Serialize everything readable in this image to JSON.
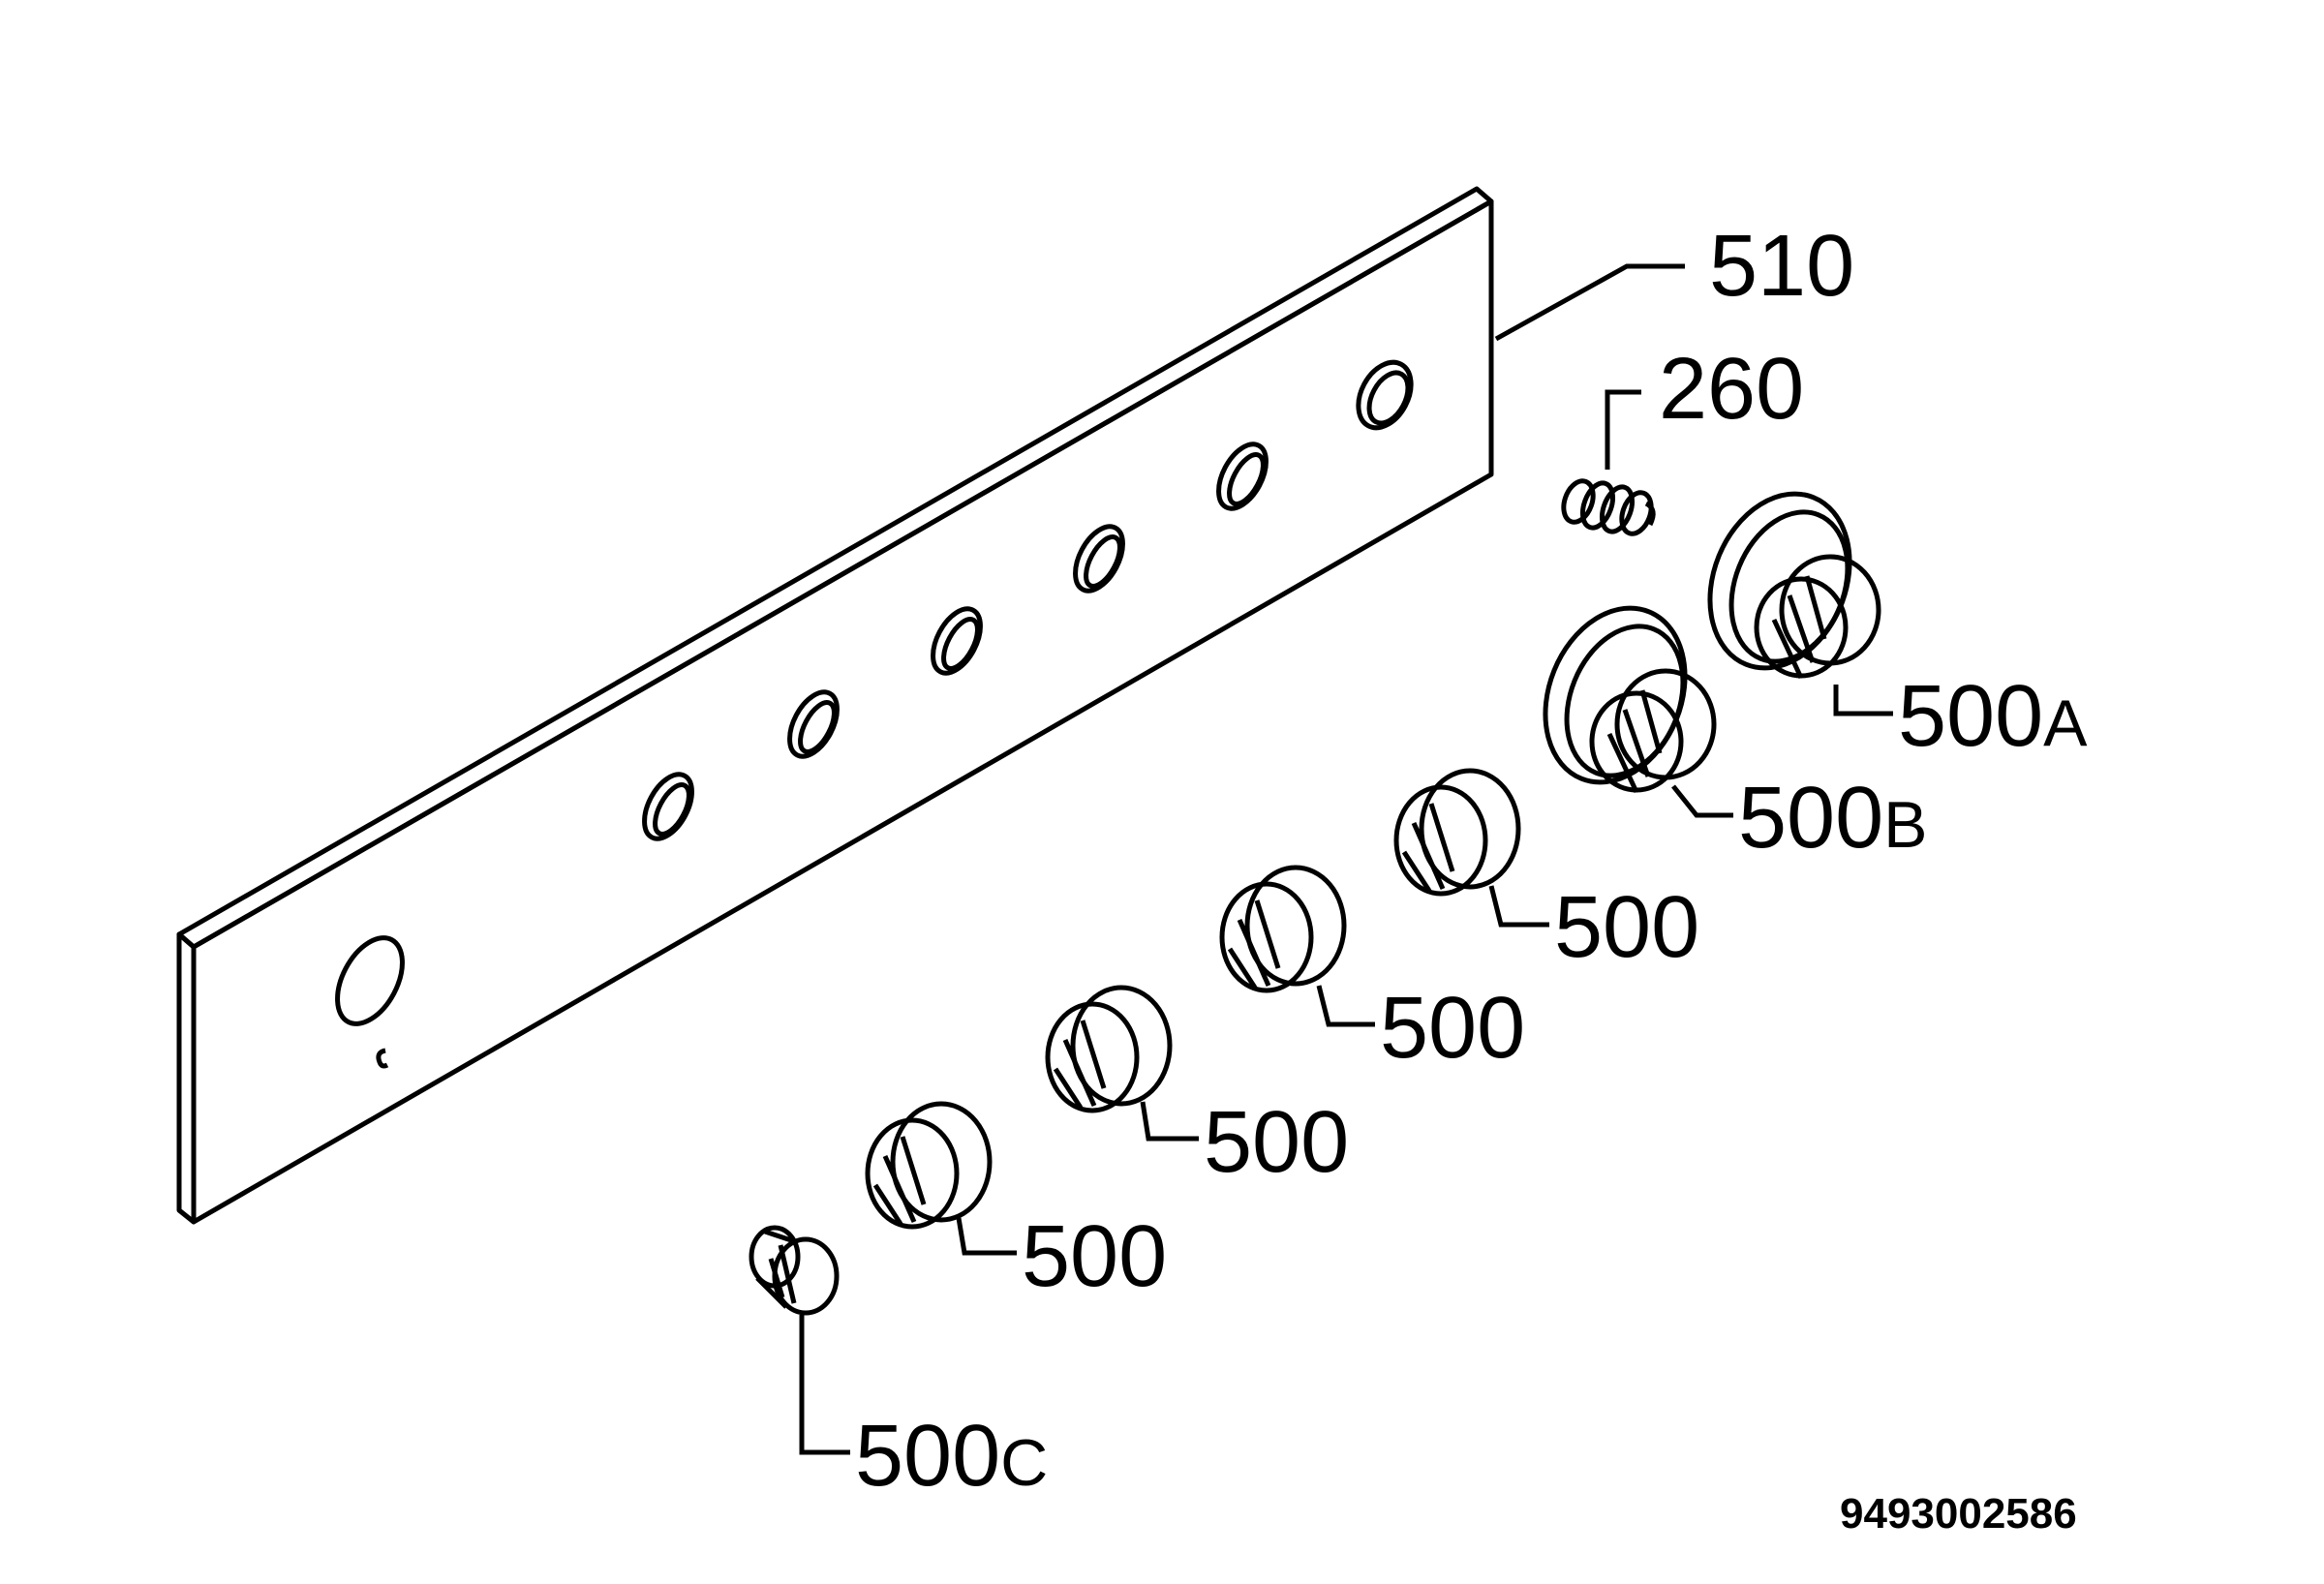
{
  "diagram": {
    "drawing_number": "9493002586",
    "colors": {
      "line": "#000000",
      "background": "#ffffff"
    },
    "parts": [
      {
        "id": "p510",
        "number": "510",
        "suffix": "",
        "part": "control-panel"
      },
      {
        "id": "p260",
        "number": "260",
        "suffix": "",
        "part": "spring"
      },
      {
        "id": "p500a",
        "number": "500",
        "suffix": "A",
        "part": "knob-with-bezel"
      },
      {
        "id": "p500b",
        "number": "500",
        "suffix": "B",
        "part": "knob-with-bezel"
      },
      {
        "id": "p500_1",
        "number": "500",
        "suffix": "",
        "part": "knob"
      },
      {
        "id": "p500_2",
        "number": "500",
        "suffix": "",
        "part": "knob"
      },
      {
        "id": "p500_3",
        "number": "500",
        "suffix": "",
        "part": "knob"
      },
      {
        "id": "p500_4",
        "number": "500",
        "suffix": "",
        "part": "knob"
      },
      {
        "id": "p500c",
        "number": "500",
        "suffix": "C",
        "part": "small-knob"
      }
    ]
  }
}
